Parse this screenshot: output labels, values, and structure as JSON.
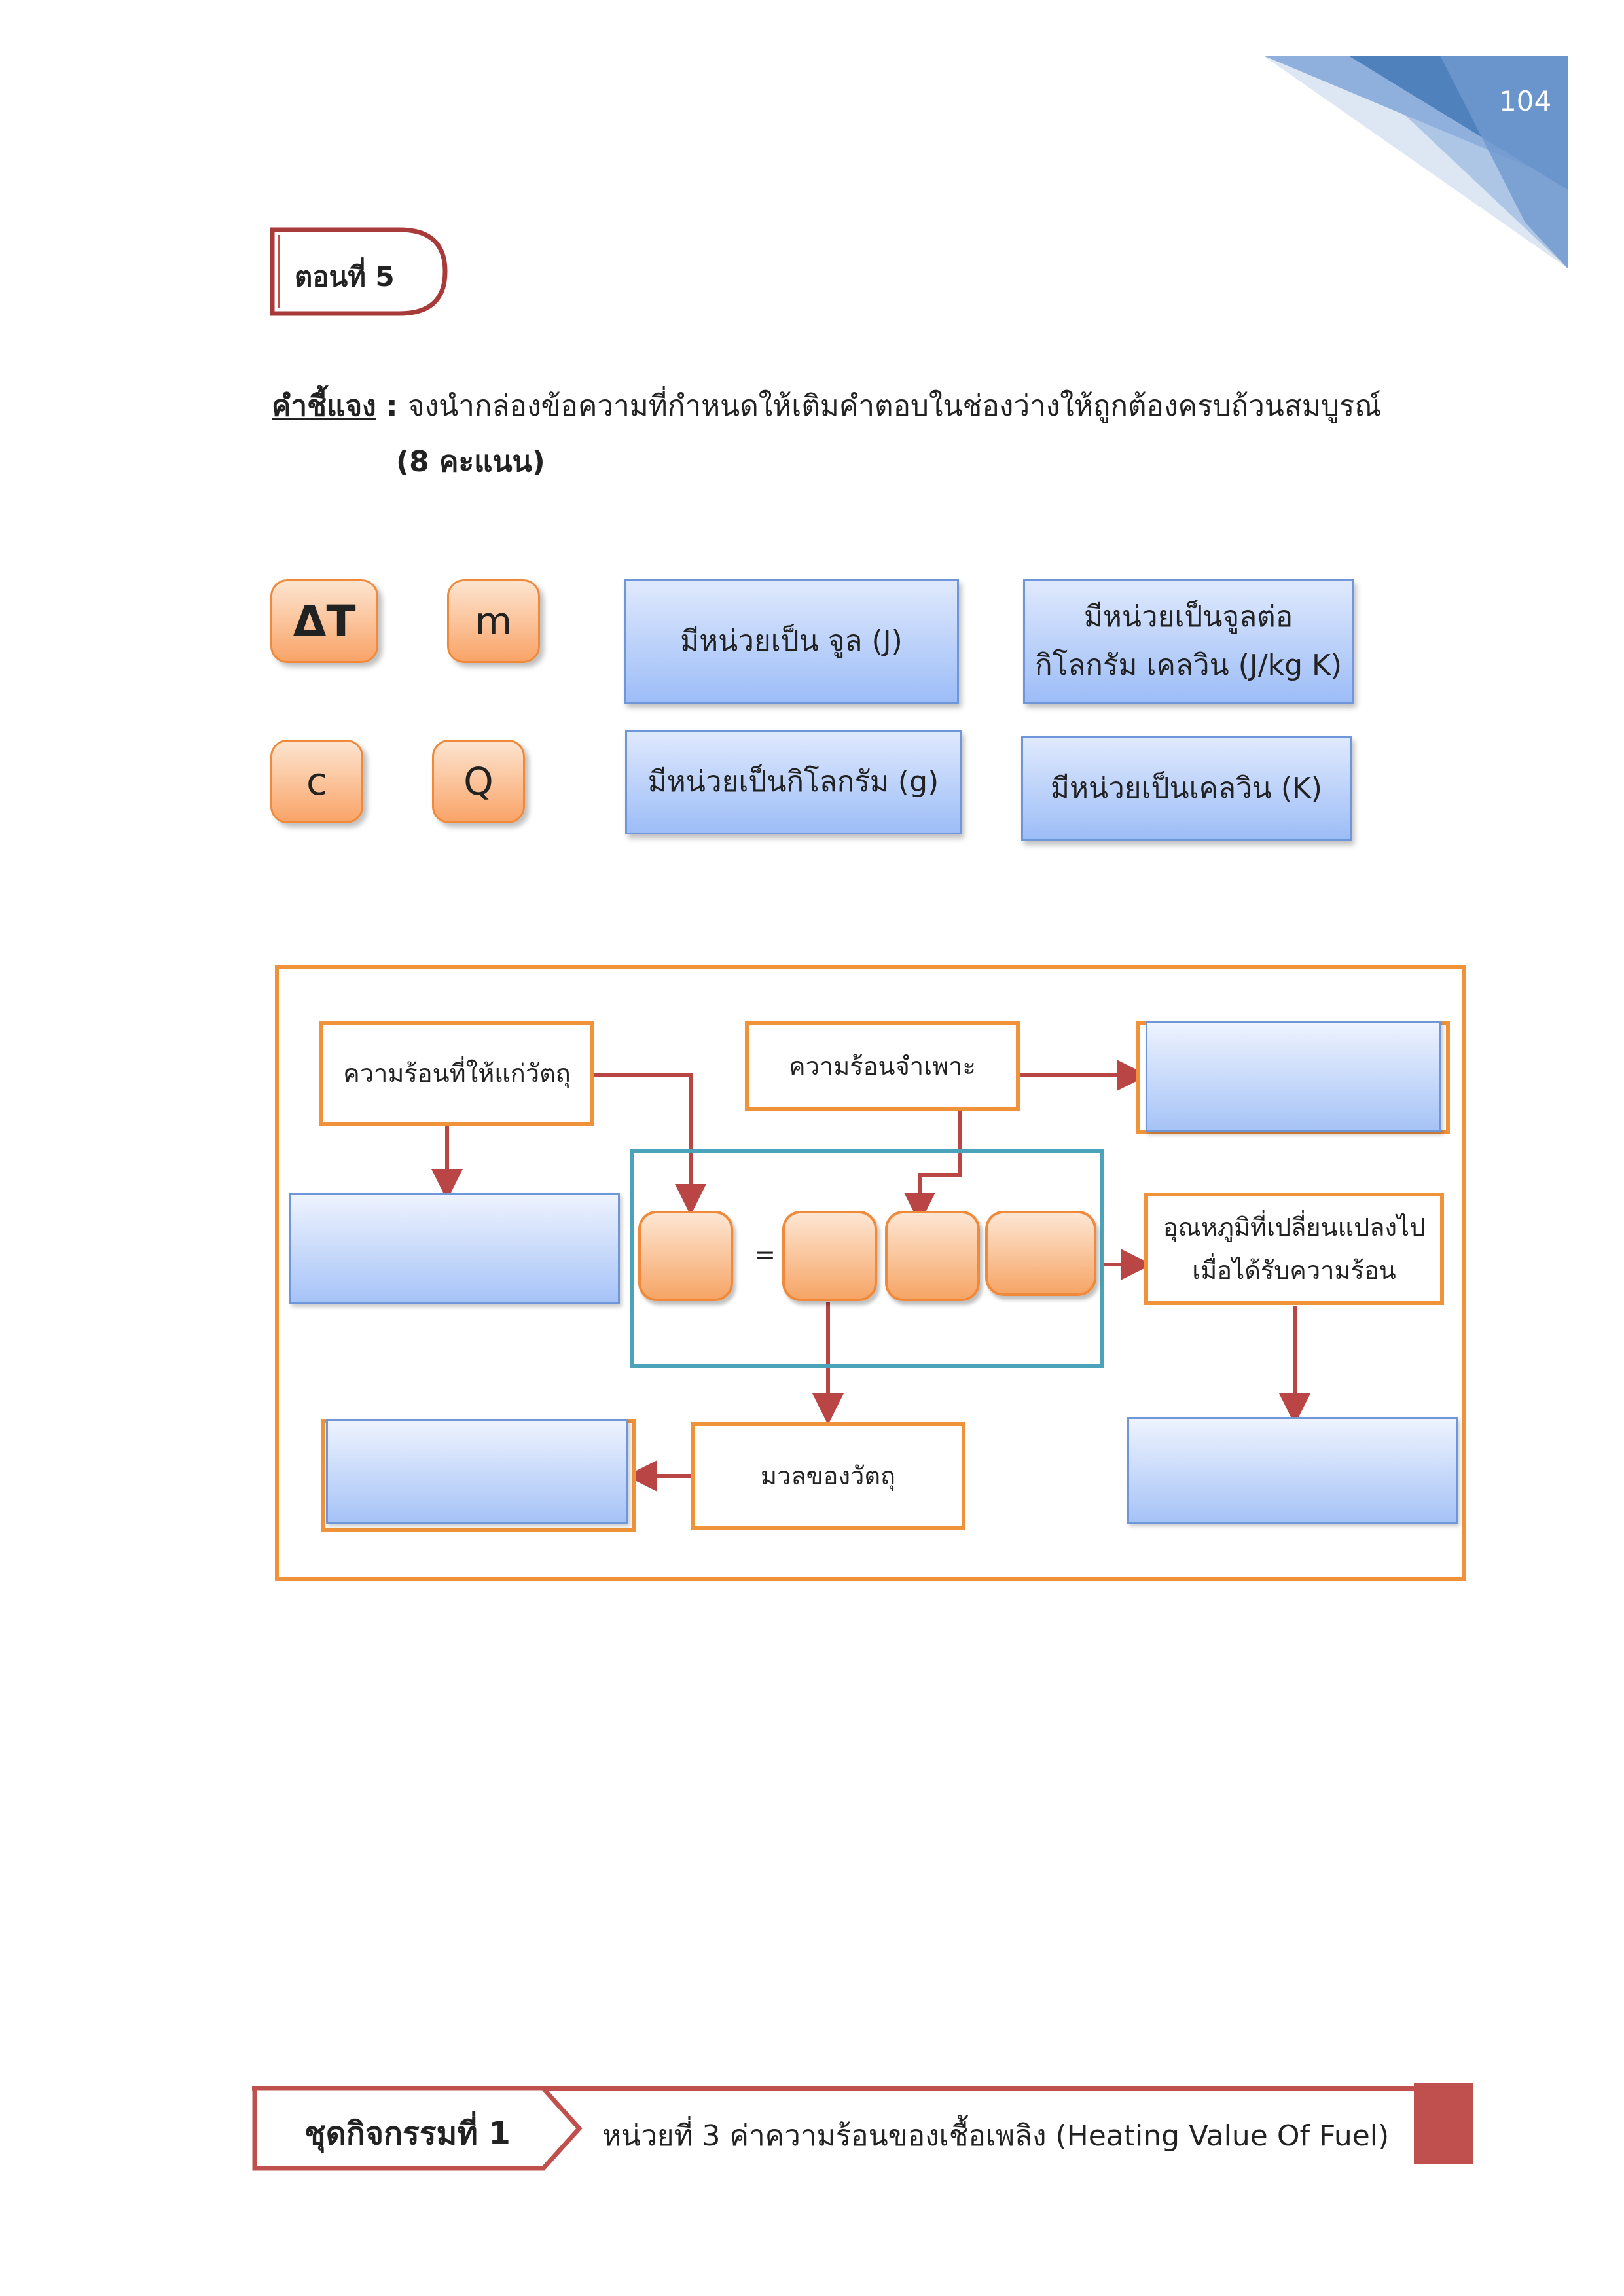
{
  "page_number": "104",
  "part_label": "ตอนที่ 5",
  "instructions": {
    "heading": "คำชี้แจง",
    "colon": " : ",
    "text": "จงนำกล่องข้อความที่กำหนดให้เติมคำตอบในช่องว่างให้ถูกต้องครบถ้วนสมบูรณ์",
    "points": "(8 คะแนน)"
  },
  "symbols": {
    "delta_t": "ΔT",
    "m": "m",
    "c": "c",
    "q": "Q"
  },
  "unit_options": {
    "joule": "มีหน่วยเป็น จูล (J)",
    "joule_per_kg_k_line1": "มีหน่วยเป็นจูลต่อ",
    "joule_per_kg_k_line2": "กิโลกรัม เคลวิน (J/kg K)",
    "kilogram": "มีหน่วยเป็นกิโลกรัม (g)",
    "kelvin": "มีหน่วยเป็นเคลวิน (K)"
  },
  "diagram": {
    "heat_given": "ความร้อนที่ให้แก่วัตถุ",
    "specific_heat": "ความร้อนจำเพาะ",
    "temp_change_line1": "อุณหภูมิที่เปลี่ยนแปลงไป",
    "temp_change_line2": "เมื่อได้รับความร้อน",
    "mass": "มวลของวัตถุ",
    "equals": "="
  },
  "footer": {
    "set_label": "ชุดกิจกรรมที่ 1",
    "unit_title": "หน่วยที่ 3 ค่าความร้อนของเชื้อเพลิง (Heating Value Of Fuel)"
  },
  "colors": {
    "header_blue": "#4f81bd",
    "accent_red": "#c0504d",
    "orange": "#f0923a",
    "teal": "#4aa3b8"
  }
}
